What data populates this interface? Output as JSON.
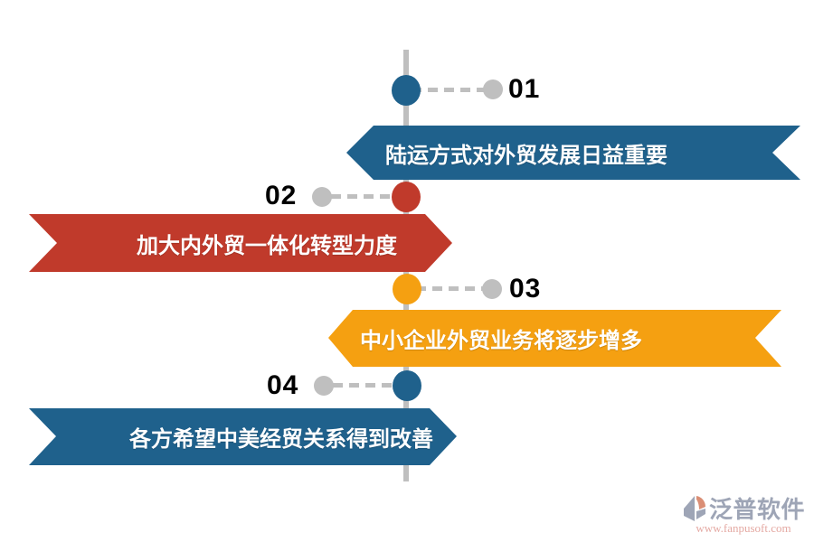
{
  "timeline": {
    "line_color": "#BFBFBF",
    "dot_color": "#BFBFBF",
    "items": [
      {
        "number": "01",
        "label": "陆运方式对外贸发展日益重要",
        "color": "#1F618C",
        "side": "right"
      },
      {
        "number": "02",
        "label": "加大内外贸一体化转型力度",
        "color": "#C03A2B",
        "side": "left"
      },
      {
        "number": "03",
        "label": "中小企业外贸业务将逐步增多",
        "color": "#F5A011",
        "side": "right"
      },
      {
        "number": "04",
        "label": "各方希望中美经贸关系得到改善",
        "color": "#1F618C",
        "side": "left"
      }
    ]
  },
  "watermark": {
    "brand": "泛普软件",
    "url": "www.fanpusoft.com",
    "brand_color": "#8E96AA",
    "url_color": "#E09A92",
    "icon_slate_color": "#8E96AA",
    "icon_salmon_color": "#D47B5D"
  }
}
